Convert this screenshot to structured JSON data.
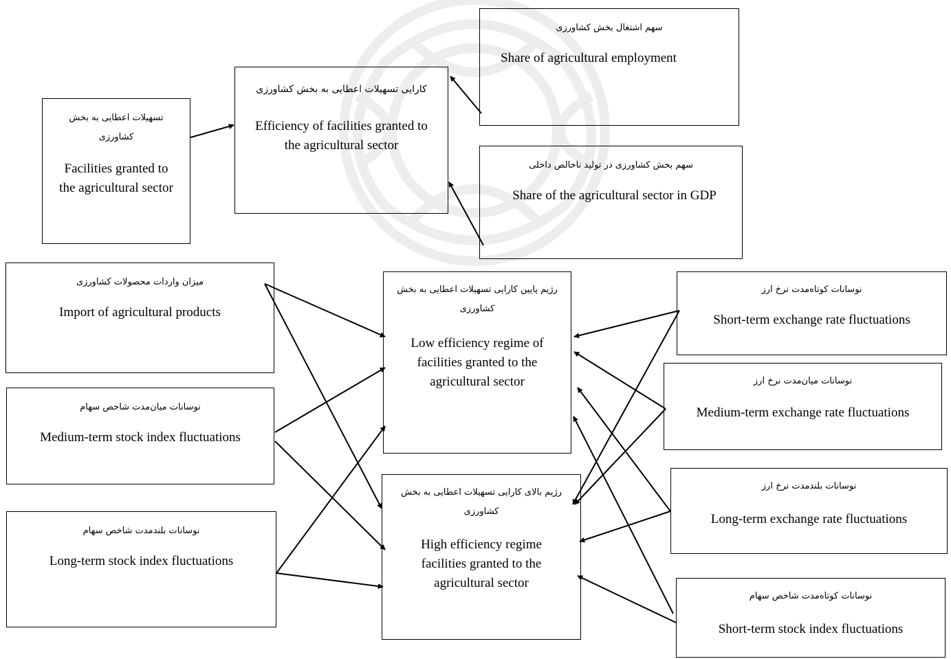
{
  "nodes": {
    "facilities": {
      "fa": "تسهیلات اعطایی به بخش کشاورزی",
      "en": "Facilities granted to the agricultural sector"
    },
    "efficiency": {
      "fa": "کارایی تسهیلات اعطایی به بخش کشاورزی",
      "en": "Efficiency of facilities granted to the agricultural sector"
    },
    "employment": {
      "fa": "سهم اشتغال بخش کشاورزی",
      "en": "Share of agricultural employment"
    },
    "gdp": {
      "fa": "سهم بخش کشاورزی در تولید ناخالص داخلی",
      "en": "Share of the agricultural sector in GDP"
    },
    "imports": {
      "fa": "میزان واردات محصولات کشاورزی",
      "en": "Import of agricultural products"
    },
    "medium_stock": {
      "fa": "نوسانات میان‌مدت شاخص سهام",
      "en": "Medium-term stock index fluctuations"
    },
    "long_stock": {
      "fa": "نوسانات بلندمدت شاخص سهام",
      "en": "Long-term stock index fluctuations"
    },
    "low_regime": {
      "fa": "رژیم پایین کارایی تسهیلات اعطایی به بخش کشاورزی",
      "en": "Low efficiency regime of facilities granted to the agricultural sector"
    },
    "high_regime": {
      "fa": "رژیم بالای کارایی تسهیلات اعطایی به بخش کشاورزی",
      "en": "High efficiency regime facilities granted to the agricultural sector"
    },
    "short_fx": {
      "fa": "نوسانات کوتاه‌مدت نرخ ارز",
      "en": "Short-term exchange rate fluctuations"
    },
    "medium_fx": {
      "fa": "نوسانات میان‌مدت نرخ ارز",
      "en": "Medium-term exchange rate fluctuations"
    },
    "long_fx": {
      "fa": "نوسانات بلندمدت نرخ ارز",
      "en": "Long-term exchange rate  fluctuations"
    },
    "short_stock": {
      "fa": "نوسانات کوتاه‌مدت شاخص سهام",
      "en": "Short-term stock index fluctuations"
    }
  },
  "edges": [
    {
      "from": "facilities",
      "to": "efficiency"
    },
    {
      "from": "employment",
      "to": "efficiency"
    },
    {
      "from": "gdp",
      "to": "efficiency"
    },
    {
      "from": "imports",
      "to": "low_regime"
    },
    {
      "from": "imports",
      "to": "high_regime"
    },
    {
      "from": "medium_stock",
      "to": "low_regime"
    },
    {
      "from": "medium_stock",
      "to": "high_regime"
    },
    {
      "from": "long_stock",
      "to": "low_regime"
    },
    {
      "from": "long_stock",
      "to": "high_regime"
    },
    {
      "from": "short_fx",
      "to": "low_regime"
    },
    {
      "from": "short_fx",
      "to": "high_regime"
    },
    {
      "from": "medium_fx",
      "to": "low_regime"
    },
    {
      "from": "medium_fx",
      "to": "high_regime"
    },
    {
      "from": "long_fx",
      "to": "low_regime"
    },
    {
      "from": "long_fx",
      "to": "high_regime"
    },
    {
      "from": "short_stock",
      "to": "low_regime"
    },
    {
      "from": "short_stock",
      "to": "high_regime"
    }
  ]
}
